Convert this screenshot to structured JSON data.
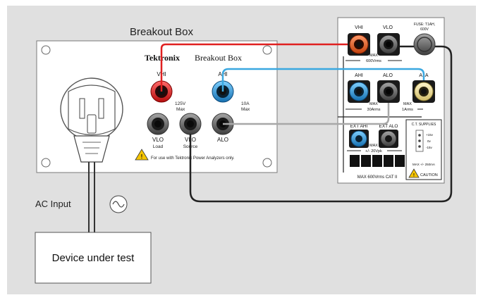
{
  "colors": {
    "background": "#e0e0e0",
    "panel": "#ffffff",
    "red_jack": "#e02424",
    "blue_jack": "#2a9be0",
    "yellow_jack": "#f2e3a0",
    "gray_jack": "#6e6e6e",
    "red_wire": "#e02020",
    "blue_wire": "#3aa8e0",
    "gray_wire": "#a8a8a8",
    "black_wire": "#222222",
    "warning_yellow": "#f5c400"
  },
  "breakout_box": {
    "title": "Breakout Box",
    "brand": "Tektronix",
    "panel_title": "Breakout Box",
    "vhi_label": "VHI",
    "ahi_label": "AHI",
    "voltage_rating_1": "125V",
    "voltage_rating_2": "Max",
    "current_rating_1": "10A",
    "current_rating_2": "Max",
    "vlo_load_1": "VLO",
    "vlo_load_2": "Load",
    "vlo_source_1": "VLO",
    "vlo_source_2": "Source",
    "alo_label": "ALO",
    "warning_text": "For use with Tektronix Power Analyzers only."
  },
  "analyzer": {
    "vhi_label": "VHI",
    "vlo_label": "VLO",
    "fuse_1": "FUSE: T1AH,",
    "fuse_2": "600V",
    "max_voltage_1": "MAX",
    "max_voltage_2": "600Vrms",
    "ahi_label": "AHI",
    "alo_label": "ALO",
    "a1a_label": "A1A",
    "max_30a_1": "MAX",
    "max_30a_2": "30Arms",
    "max_1a_1": "MAX",
    "max_1a_2": "1Arms",
    "ext_ahi_label": "EXT AHI",
    "ext_alo_label": "EXT ALO",
    "ext_max_1": "MAX",
    "ext_max_2": "+/- 20Vpk",
    "cat_label": "MAX 600Vrms CAT II",
    "ct_title": "C.T. SUPPLIES",
    "ct_pin_1": "+15v",
    "ct_pin_2": "0v",
    "ct_pin_3": "-15v",
    "ct_max": "MAX +/- 250mA",
    "caution_label": "CAUTION"
  },
  "ac_input_label": "AC Input",
  "device_label": "Device under test"
}
